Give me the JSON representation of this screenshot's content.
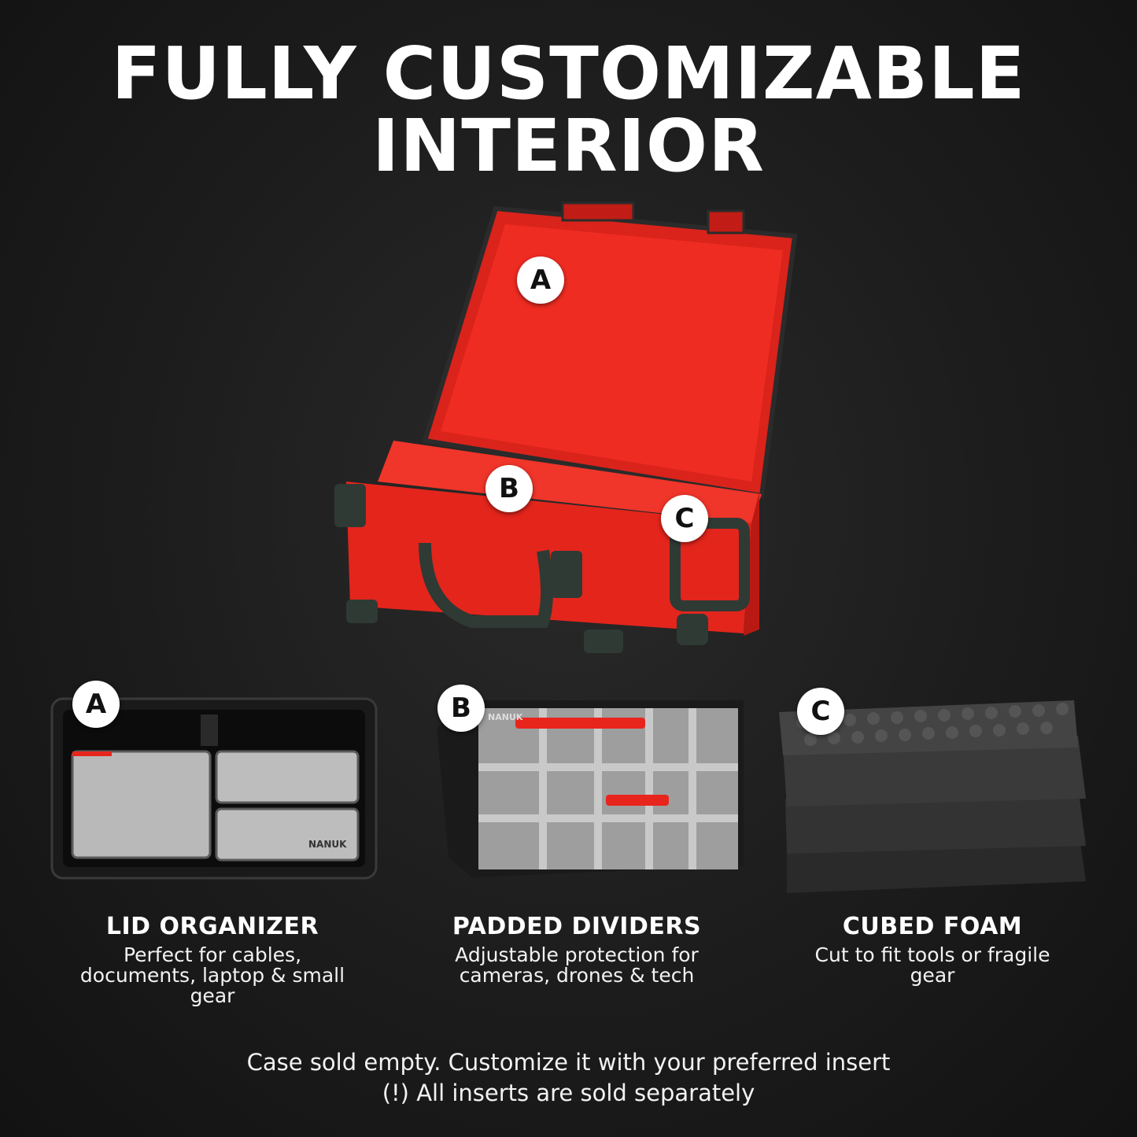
{
  "headline": {
    "line1": "FULLY CUSTOMIZABLE",
    "line2": "INTERIOR"
  },
  "case_markers": [
    "A",
    "B",
    "C"
  ],
  "inserts": [
    {
      "marker": "A",
      "title": "LID ORGANIZER",
      "description": "Perfect for cables, documents, laptop & small gear",
      "brand_label": "NANUK"
    },
    {
      "marker": "B",
      "title": "PADDED DIVIDERS",
      "description": "Adjustable protection for cameras, drones & tech",
      "brand_label": "NANUK"
    },
    {
      "marker": "C",
      "title": "CUBED FOAM",
      "description": "Cut to fit tools or fragile gear"
    }
  ],
  "footer": {
    "line1": "Case sold empty. Customize it with your preferred insert",
    "line2": "(!) All inserts are sold separately"
  },
  "colors": {
    "case_red": "#e8251d",
    "background": "#1c1c1c",
    "badge_bg": "#ffffff"
  }
}
